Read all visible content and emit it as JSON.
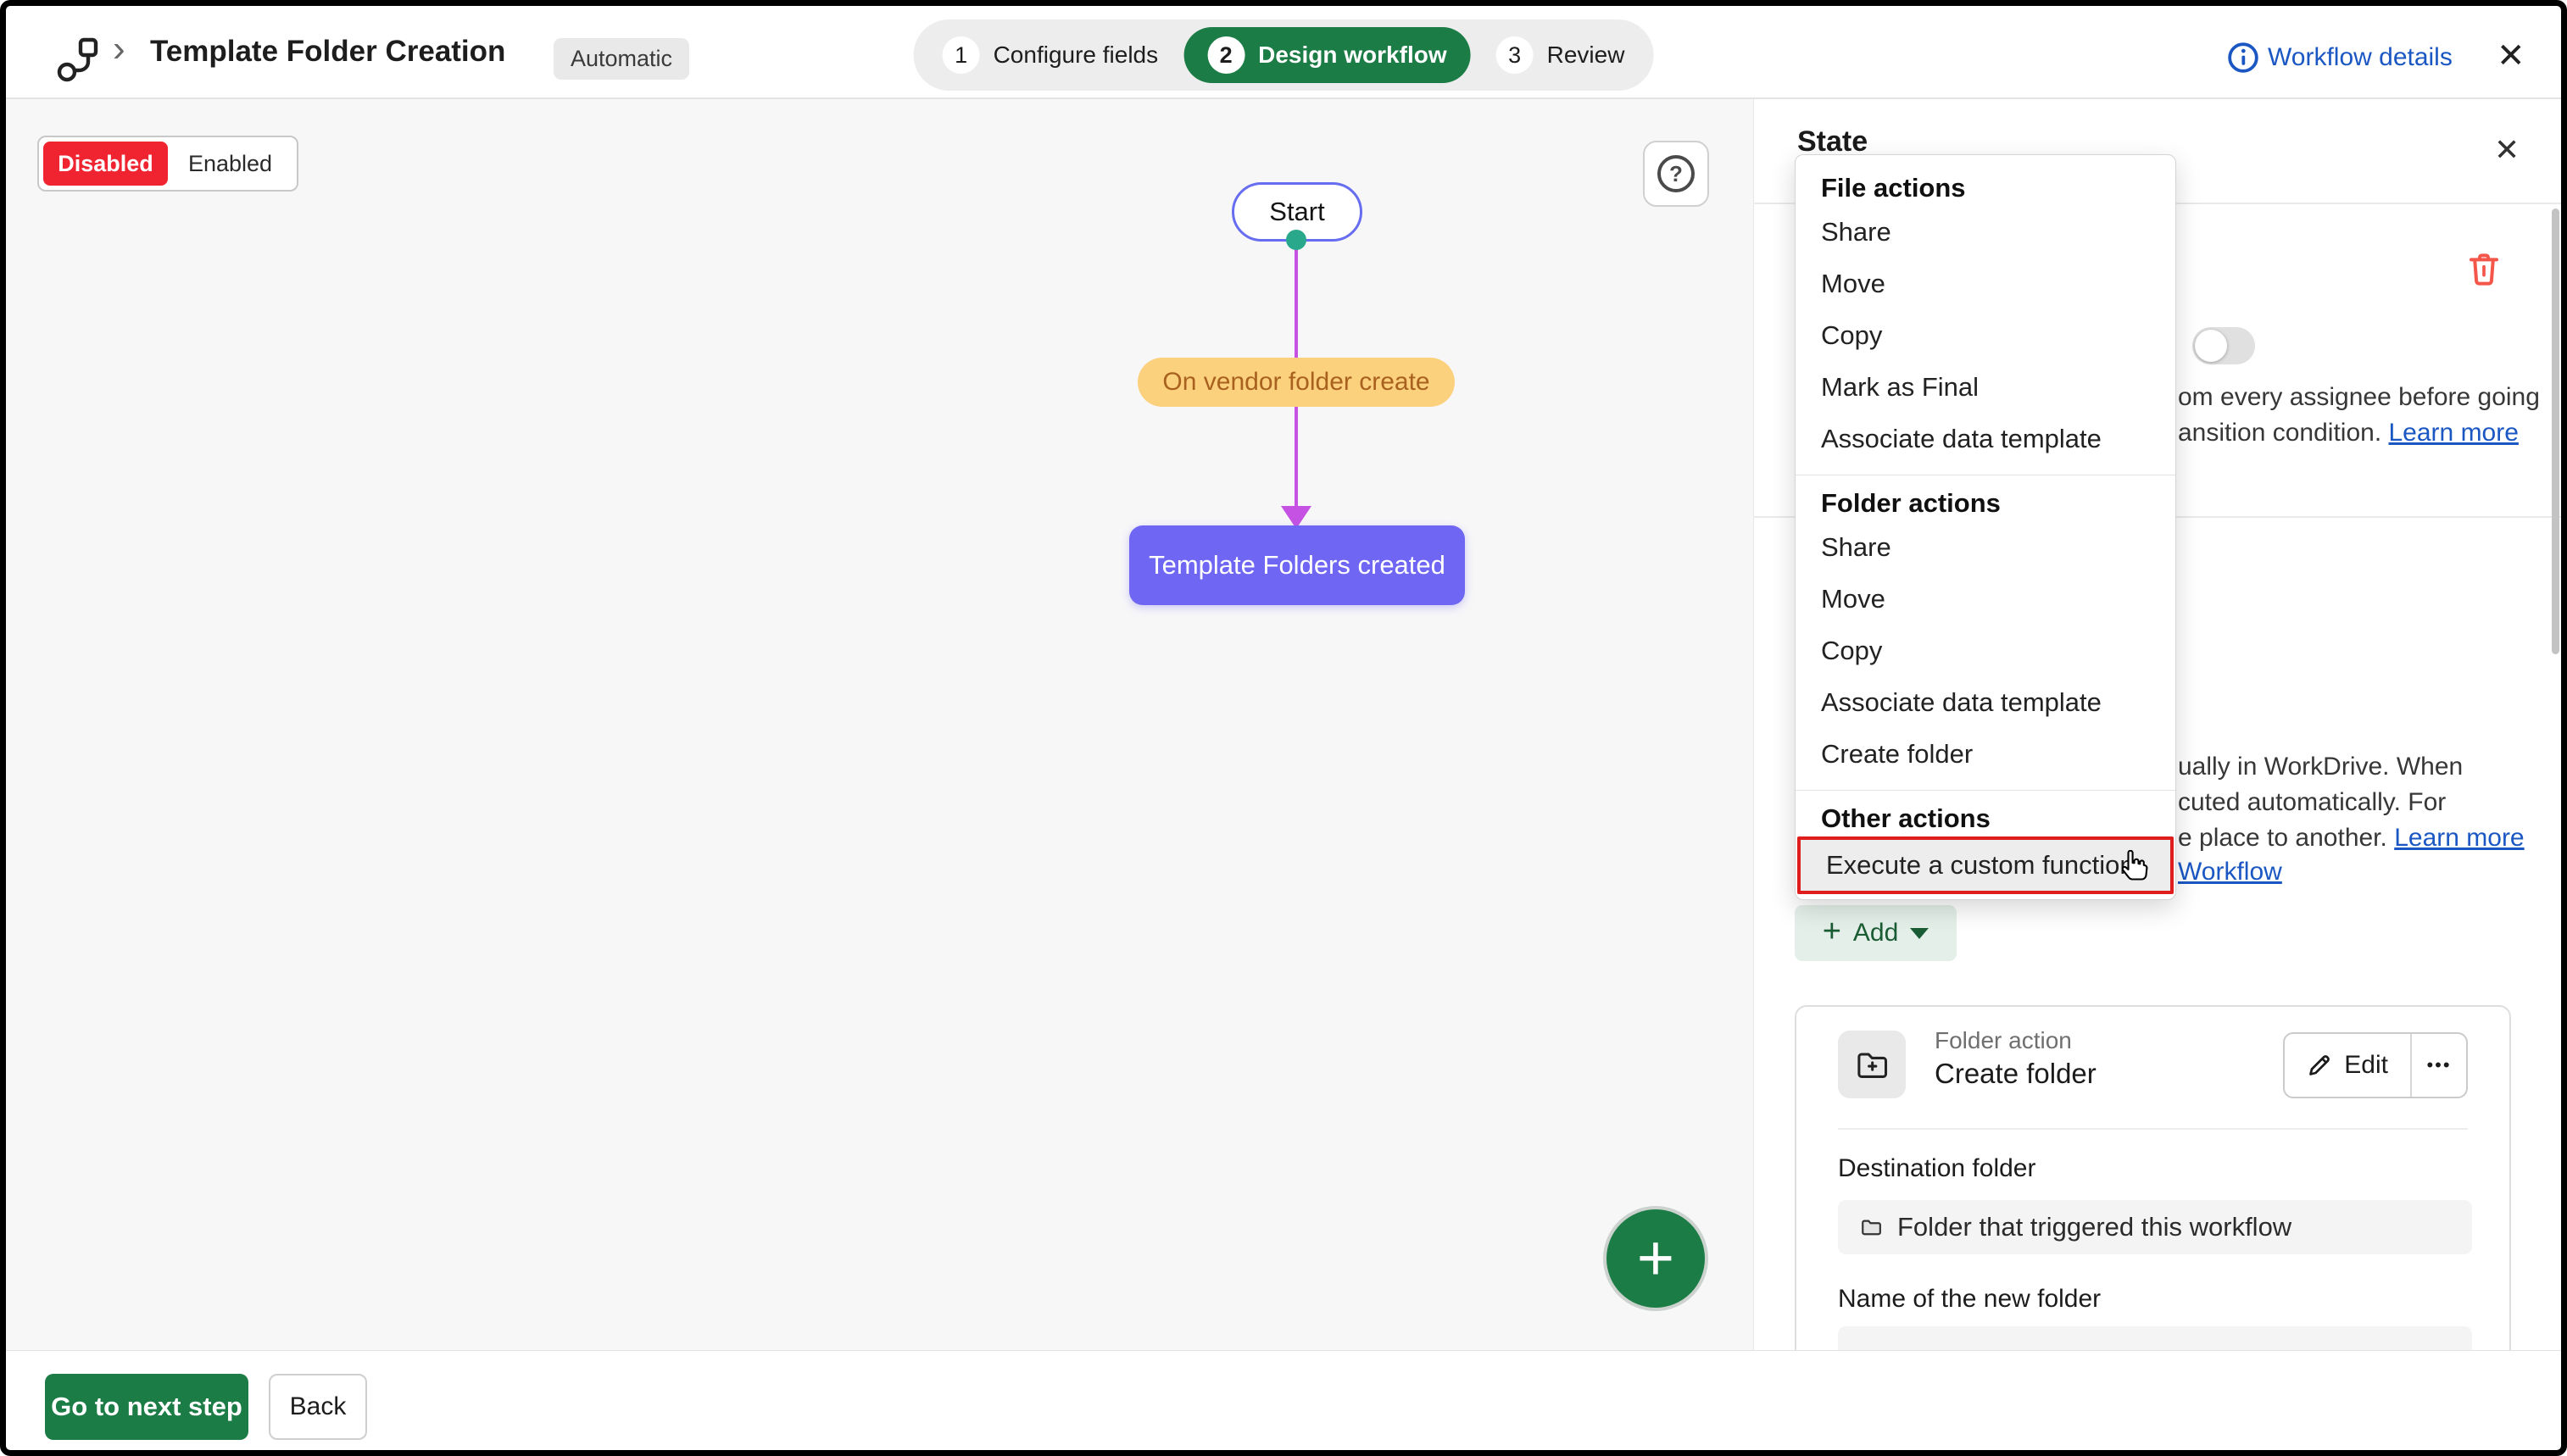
{
  "header": {
    "title": "Template Folder Creation",
    "badge": "Automatic",
    "chevron": "›",
    "steps": [
      {
        "num": "1",
        "label": "Configure fields"
      },
      {
        "num": "2",
        "label": "Design workflow"
      },
      {
        "num": "3",
        "label": "Review"
      }
    ],
    "workflow_details": "Workflow details",
    "close": "✕"
  },
  "canvas": {
    "disabled": "Disabled",
    "enabled": "Enabled",
    "help": "?",
    "start_node": "Start",
    "trigger_pill": "On vendor folder create",
    "state_node": "Template Folders created",
    "fab_plus": "+"
  },
  "drawer": {
    "title": "State",
    "close": "✕",
    "clipped_line_1": "om every assignee before going",
    "clipped_line_2": "ansition condition. ",
    "learn_more_1": "Learn more",
    "clipped_line_3": "ually in WorkDrive. When",
    "clipped_line_4": "cuted automatically. For",
    "clipped_line_5": "e place to another. ",
    "learn_more_2": "Learn more",
    "workflow_link": "Workflow",
    "add_label": "Add",
    "add_plus": "+",
    "card": {
      "type_label": "Folder action",
      "title": "Create folder",
      "edit_label": "Edit",
      "more_label": "•••",
      "destination_label": "Destination folder",
      "destination_value": "Folder that triggered this workflow",
      "name_label": "Name of the new folder"
    }
  },
  "dropdown": {
    "sections": [
      {
        "header": "File actions",
        "items": [
          "Share",
          "Move",
          "Copy",
          "Mark as Final",
          "Associate data template"
        ]
      },
      {
        "header": "Folder actions",
        "items": [
          "Share",
          "Move",
          "Copy",
          "Associate data template",
          "Create folder"
        ]
      },
      {
        "header": "Other actions",
        "items": [
          "Execute a custom function"
        ]
      }
    ]
  },
  "footer": {
    "next": "Go to next step",
    "back": "Back"
  },
  "colors": {
    "primary_green": "#1b7c45",
    "disabled_red": "#f02431",
    "state_purple": "#6f66f3",
    "edge_purple": "#c552e2",
    "link_blue": "#1b57c3",
    "highlight_red": "#e01d1d",
    "trigger_yellow": "#fcd17e",
    "trigger_text": "#a8611e",
    "trash_red": "#f4564a",
    "start_dot_teal": "#2aa88c"
  }
}
